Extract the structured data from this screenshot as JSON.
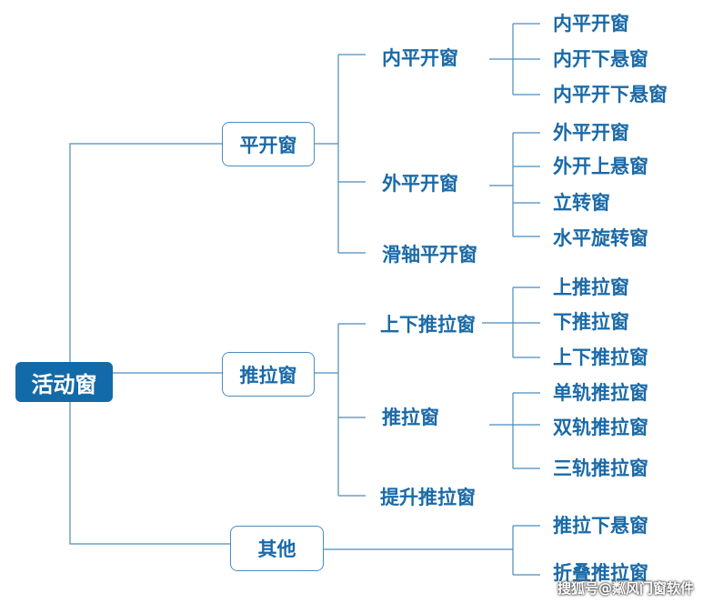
{
  "root": "活动窗",
  "level1": [
    "平开窗",
    "推拉窗",
    "其他"
  ],
  "level2": {
    "casement": [
      "内平开窗",
      "外平开窗",
      "滑轴平开窗"
    ],
    "sliding": [
      "上下推拉窗",
      "推拉窗",
      "提升推拉窗"
    ]
  },
  "level3": {
    "inward": [
      "内平开窗",
      "内开下悬窗",
      "内平开下悬窗"
    ],
    "outward": [
      "外平开窗",
      "外开上悬窗",
      "立转窗",
      "水平旋转窗"
    ],
    "updown": [
      "上推拉窗",
      "下推拉窗",
      "上下推拉窗"
    ],
    "slide": [
      "单轨推拉窗",
      "双轨推拉窗",
      "三轨推拉窗"
    ],
    "other": [
      "推拉下悬窗",
      "折叠推拉窗"
    ]
  },
  "watermark": "搜狐号@粼风门窗软件",
  "colors": {
    "line": "#4a8cbf",
    "text": "#1a6aa8",
    "root_bg": "#136aa8"
  }
}
